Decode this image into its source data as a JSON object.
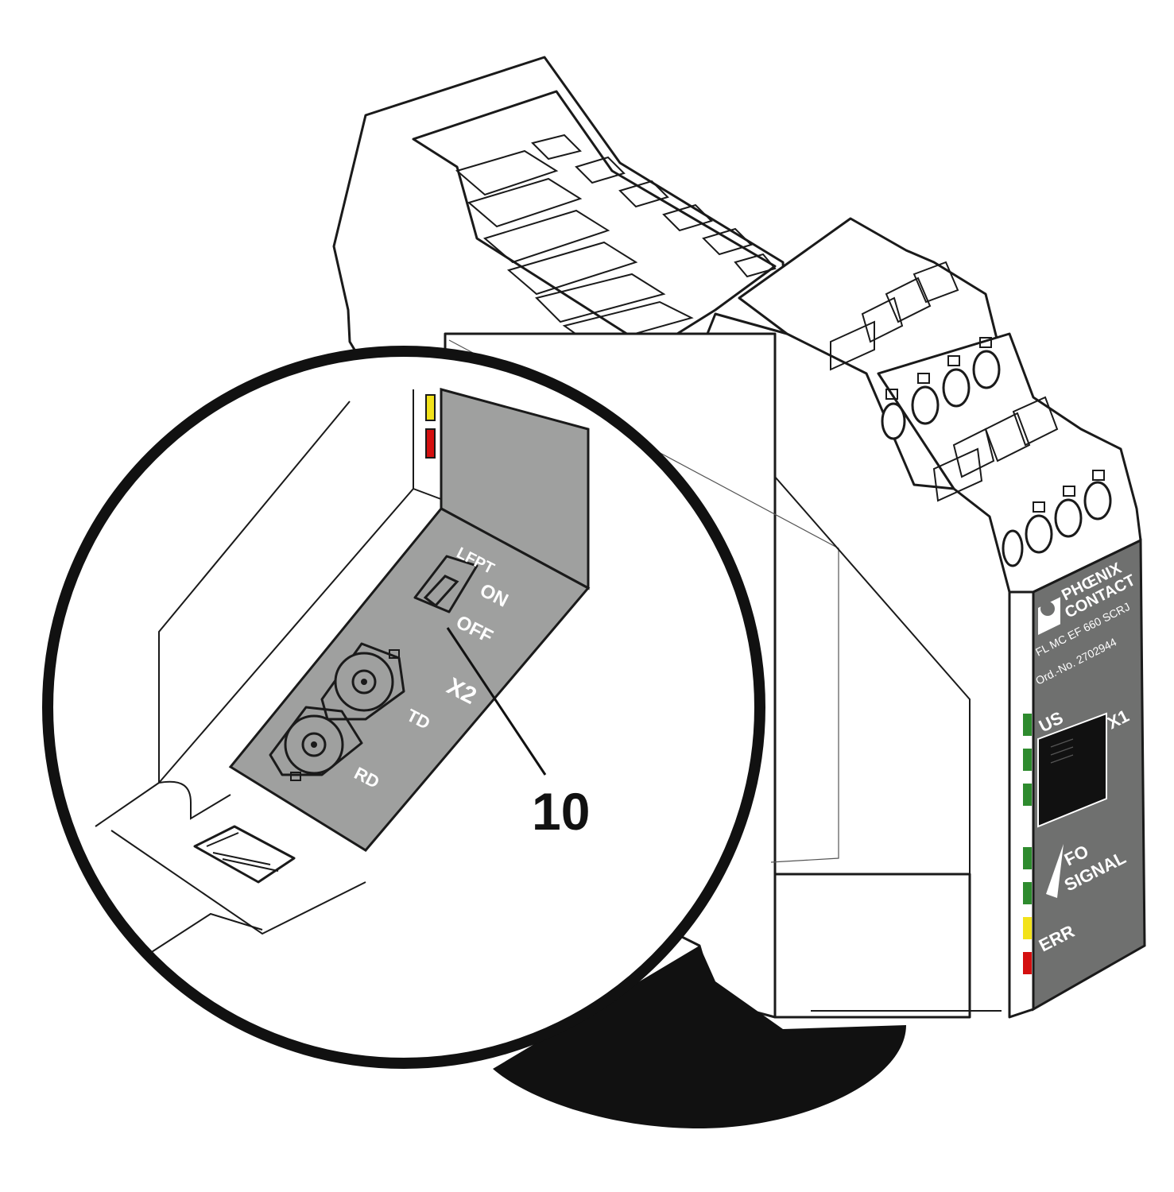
{
  "device": {
    "brand_line1": "PHŒNIX",
    "brand_line2": "CONTACT",
    "model": "FL MC EF 660 SCRJ",
    "order_no": "Ord.-No. 2702944",
    "port_x1": "X1",
    "led_us": "US",
    "led_fo_line1": "FO",
    "led_fo_line2": "SIGNAL",
    "led_err": "ERR"
  },
  "detail": {
    "switch_name": "LFPT",
    "switch_on": "ON",
    "switch_off": "OFF",
    "port_x2": "X2",
    "port_td": "TD",
    "port_rd": "RD"
  },
  "callout": {
    "number": "10"
  },
  "colors": {
    "panel_gray": "#9fa09f",
    "front_dark_gray": "#6f706f",
    "led_green": "#2e8b2e",
    "led_yellow": "#f2e21a",
    "led_red": "#d41010",
    "outline": "#1a1a1a"
  }
}
